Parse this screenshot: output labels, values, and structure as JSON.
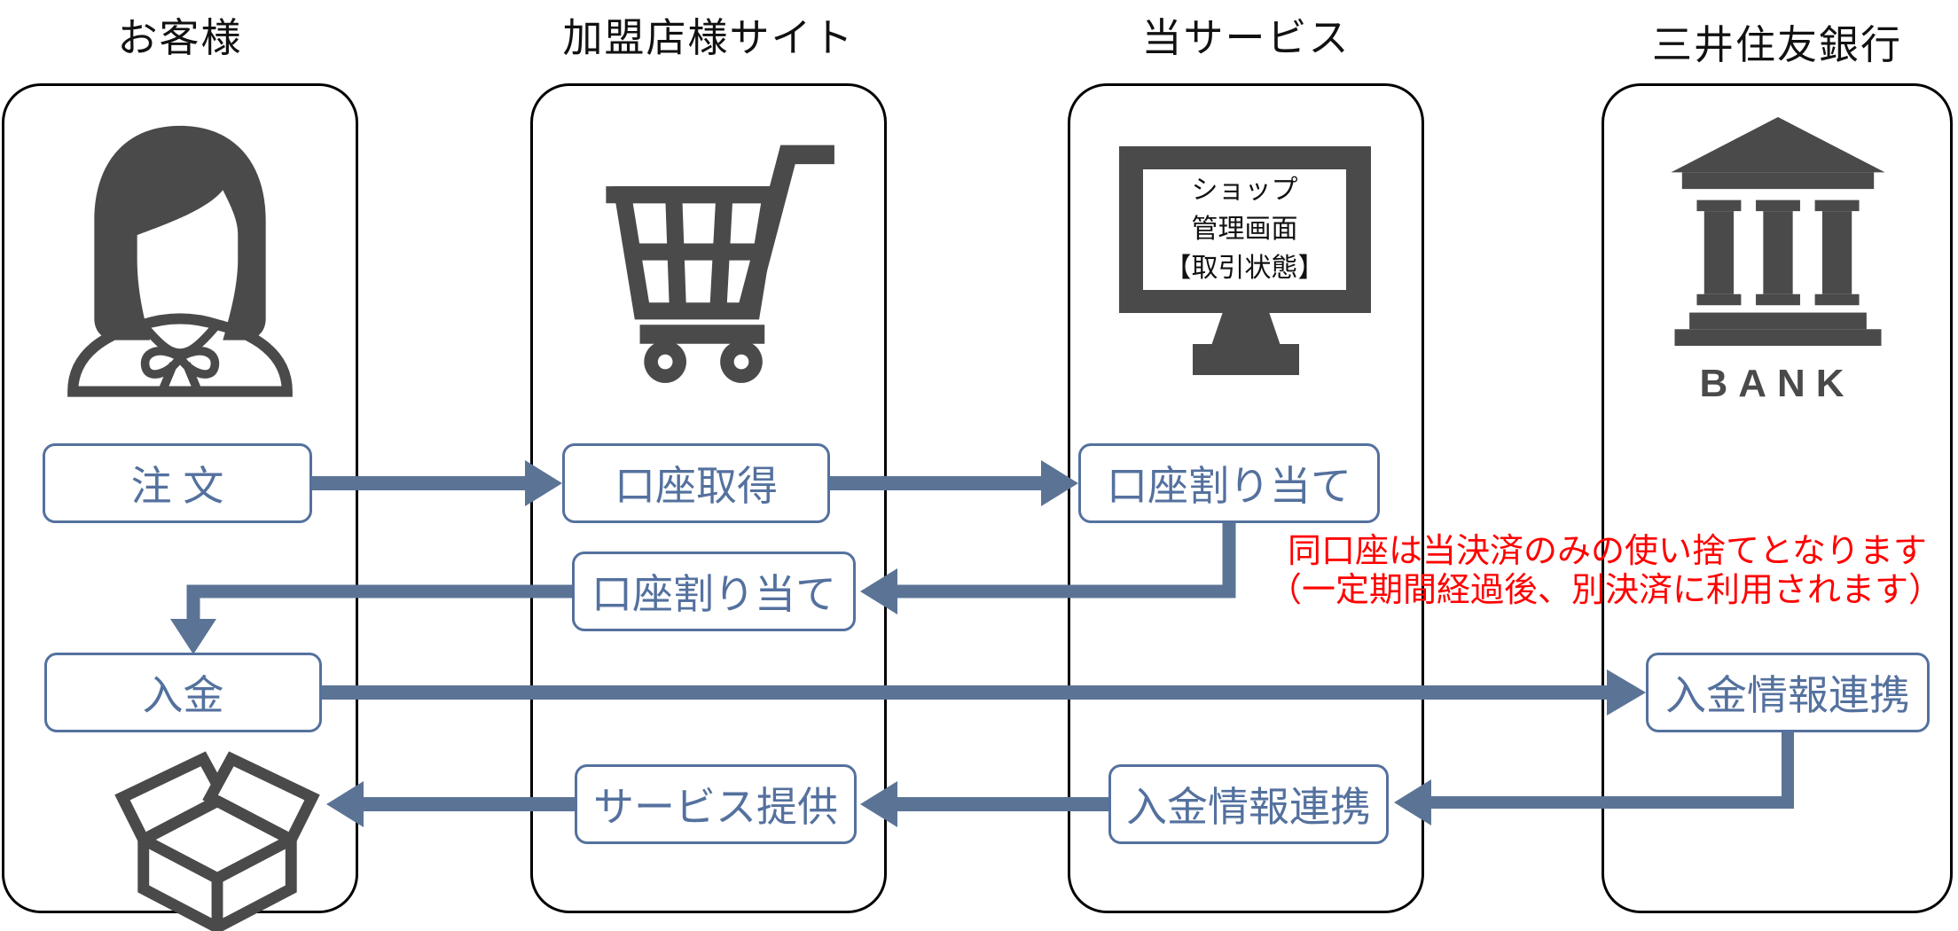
{
  "columns": [
    {
      "title": "お客様"
    },
    {
      "title": "加盟店様サイト"
    },
    {
      "title": "当サービス"
    },
    {
      "title": "三井住友銀行"
    }
  ],
  "monitor": {
    "lines": [
      "ショップ",
      "管理画面",
      "【取引状態】"
    ]
  },
  "bank_label": "BANK",
  "boxes": {
    "order": "注 文",
    "account_get": "口座取得",
    "account_assign_service": "口座割り当て",
    "account_assign_merchant": "口座割り当て",
    "deposit": "入金",
    "deposit_link_bank": "入金情報連携",
    "deposit_link_service": "入金情報連携",
    "service_provide": "サービス提供"
  },
  "note": {
    "line1": "同口座は当決済のみの使い捨てとなります",
    "line2": "（一定期間経過後、別決済に利用されます）"
  },
  "colors": {
    "accent": "#54719e",
    "arrow": "#5b7496",
    "icon_gray": "#4a4a4a",
    "note_red": "#ff0000",
    "lane_border": "#000000"
  }
}
